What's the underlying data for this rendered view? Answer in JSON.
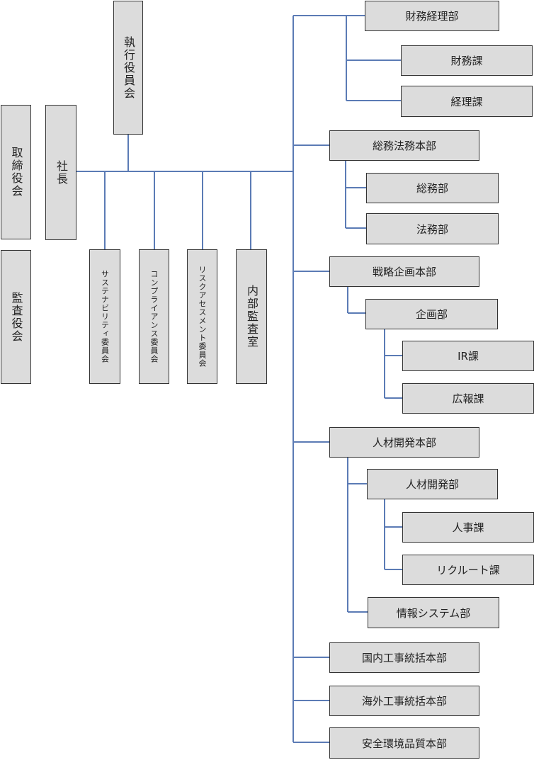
{
  "board": "取締役会",
  "president": "社長",
  "executive_committee": "執行役員会",
  "audit_board": "監査役会",
  "committees": [
    "サステナビリティ委員会",
    "コンプライアンス委員会",
    "リスクアセスメント委員会",
    "内部監査室"
  ],
  "divisions": [
    {
      "name": "財務経理部",
      "children": [
        "財務課",
        "経理課"
      ]
    },
    {
      "name": "総務法務本部",
      "children": [
        "総務部",
        "法務部"
      ]
    },
    {
      "name": "戦略企画本部",
      "children": [
        {
          "name": "企画部",
          "children": [
            "IR課",
            "広報課"
          ]
        }
      ]
    },
    {
      "name": "人材開発本部",
      "children": [
        {
          "name": "人材開発部",
          "children": [
            "人事課",
            "リクルート課"
          ]
        },
        "情報システム部"
      ]
    },
    {
      "name": "国内工事統括本部"
    },
    {
      "name": "海外工事統括本部"
    },
    {
      "name": "安全環境品質本部"
    }
  ],
  "colors": {
    "line": "#5b7bb5",
    "box_fill": "#dcdcdc",
    "box_border": "#333333"
  }
}
